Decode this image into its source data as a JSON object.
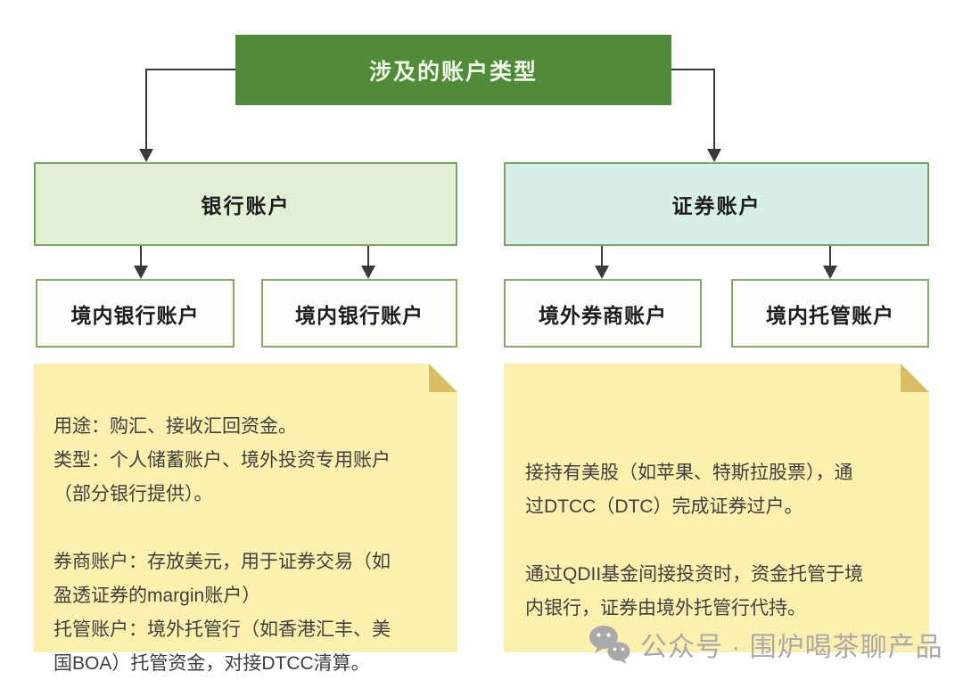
{
  "diagram": {
    "root": {
      "label": "涉及的账户类型"
    },
    "branches": [
      {
        "id": "bank",
        "label": "银行账户"
      },
      {
        "id": "securities",
        "label": "证券账户"
      }
    ],
    "leaves": [
      {
        "parent": "bank",
        "label": "境内银行账户"
      },
      {
        "parent": "bank",
        "label": "境内银行账户"
      },
      {
        "parent": "securities",
        "label": "境外券商账户"
      },
      {
        "parent": "securities",
        "label": "境内托管账户"
      }
    ],
    "notes": [
      {
        "side": "bank",
        "text": "用途：购汇、接收汇回资金。\n类型：个人储蓄账户、境外投资专用账户\n（部分银行提供）。\n\n券商账户：存放美元，用于证券交易（如\n盈透证券的margin账户）\n托管账户：境外托管行（如香港汇丰、美\n国BOA）托管资金，对接DTCC清算。"
      },
      {
        "side": "securities",
        "text": "接持有美股（如苹果、特斯拉股票），通\n过DTCC（DTC）完成证券过户。\n\n通过QDII基金间接投资时，资金托管于境\n内银行，证券由境外托管行代持。"
      }
    ]
  },
  "watermark": {
    "label": "公众号 · 围炉喝茶聊产品",
    "icon": "wechat-icon"
  },
  "colors": {
    "root_fill": "#4f8b39",
    "branch_bank_fill": "#e1efd5",
    "branch_securities_fill": "#d7efe8",
    "box_border_green": "#7aa463",
    "leaf_border_green": "#85aa6e",
    "note_fill": "#fbf0ad",
    "note_fold": "#d8bd62",
    "note_text": "#3f3f3f",
    "connector": "#3a3a3a",
    "watermark_gray": "#a9a9a9"
  }
}
